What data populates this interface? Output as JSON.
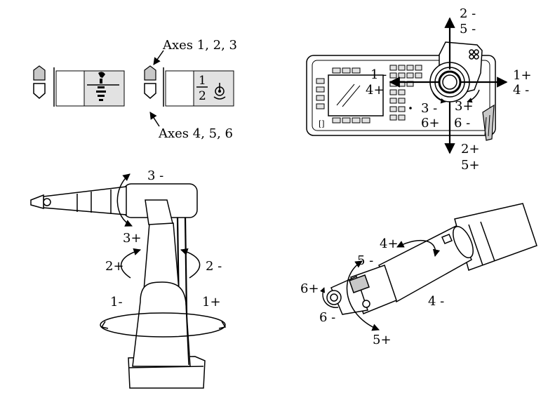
{
  "panel": {
    "axes_top": "Axes 1, 2, 3",
    "axes_bottom": "Axes 4, 5, 6",
    "fraction_num": "1",
    "fraction_den": "2"
  },
  "joystick": {
    "up_a": "2 -",
    "up_b": "5 -",
    "right_a": "1+",
    "right_b": "4 -",
    "left_a": "1 -",
    "left_b": "4+",
    "ccw_a": "3 -",
    "ccw_b": "6+",
    "cw_a": "3+",
    "cw_b": "6 -",
    "down_a": "2+",
    "down_b": "5+"
  },
  "robot": {
    "axis3_minus": "3 -",
    "axis3_plus": "3+",
    "axis2_plus": "2+",
    "axis2_minus": "2 -",
    "axis1_minus": "1-",
    "axis1_plus": "1+"
  },
  "wrist": {
    "axis4_plus": "4+",
    "axis4_minus": "4 -",
    "axis5_minus": "5 -",
    "axis5_plus": "5+",
    "axis6_plus": "6+",
    "axis6_minus": "6 -"
  }
}
